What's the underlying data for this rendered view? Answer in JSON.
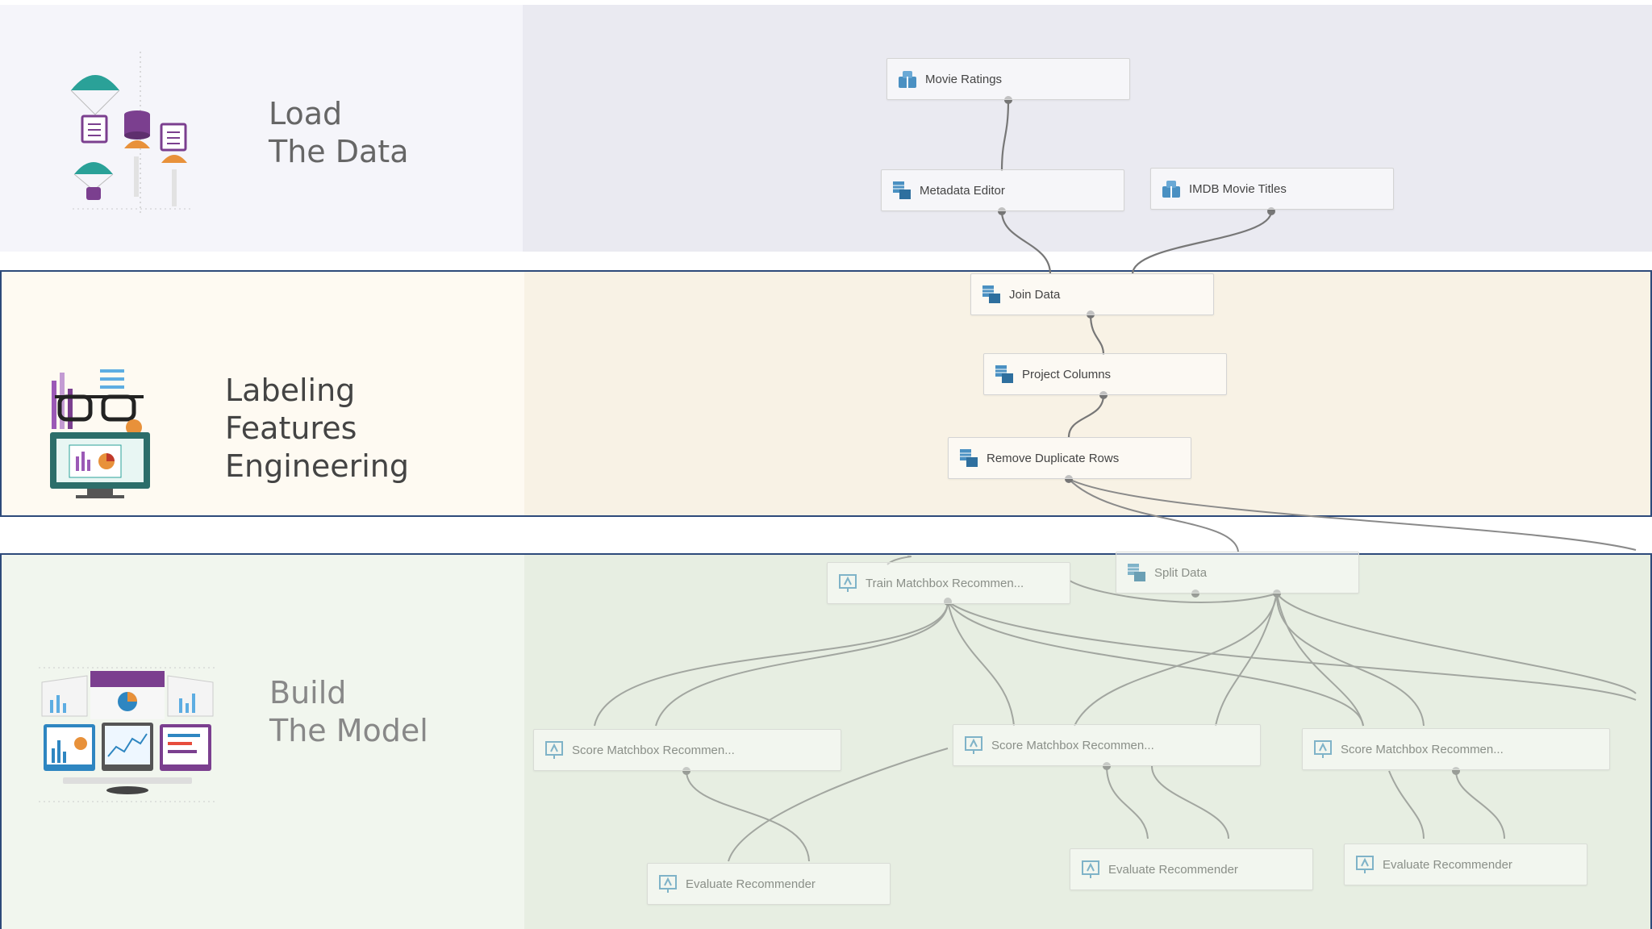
{
  "bands": [
    {
      "id": "load",
      "title_lines": [
        "Load",
        "The Data"
      ],
      "illustration": "parachute-data-icon"
    },
    {
      "id": "label",
      "title_lines": [
        "Labeling",
        "Features",
        "Engineering"
      ],
      "illustration": "monitor-glasses-icon"
    },
    {
      "id": "build",
      "title_lines": [
        "Build",
        "The Model"
      ],
      "illustration": "dashboard-monitors-icon"
    }
  ],
  "nodes": {
    "movie_ratings": {
      "label": "Movie Ratings",
      "icon": "dataset-icon"
    },
    "metadata_editor": {
      "label": "Metadata Editor",
      "icon": "transform-icon"
    },
    "imdb_titles": {
      "label": "IMDB Movie Titles",
      "icon": "dataset-icon"
    },
    "join_data": {
      "label": "Join Data",
      "icon": "transform-icon"
    },
    "project_columns": {
      "label": "Project Columns",
      "icon": "transform-icon"
    },
    "remove_duplicates": {
      "label": "Remove Duplicate Rows",
      "icon": "transform-icon"
    },
    "train_matchbox": {
      "label": "Train Matchbox Recommen...",
      "icon": "model-icon"
    },
    "split_data": {
      "label": "Split Data",
      "icon": "transform-icon"
    },
    "score_1": {
      "label": "Score Matchbox Recommen...",
      "icon": "model-icon"
    },
    "score_2": {
      "label": "Score Matchbox Recommen...",
      "icon": "model-icon"
    },
    "score_3": {
      "label": "Score Matchbox Recommen...",
      "icon": "model-icon"
    },
    "evaluate_1": {
      "label": "Evaluate Recommender",
      "icon": "model-icon"
    },
    "evaluate_2": {
      "label": "Evaluate Recommender",
      "icon": "model-icon"
    },
    "evaluate_3": {
      "label": "Evaluate Recommender",
      "icon": "model-icon"
    }
  },
  "colors": {
    "load_band": "#f4f4f9",
    "label_band": "#fdf9f0",
    "build_band": "#eef3ea",
    "band_border": "#2d4a7a",
    "title_text": "#555555",
    "accent_teal": "#2aa198",
    "accent_purple": "#7b3f8f",
    "accent_orange": "#e8913a"
  }
}
